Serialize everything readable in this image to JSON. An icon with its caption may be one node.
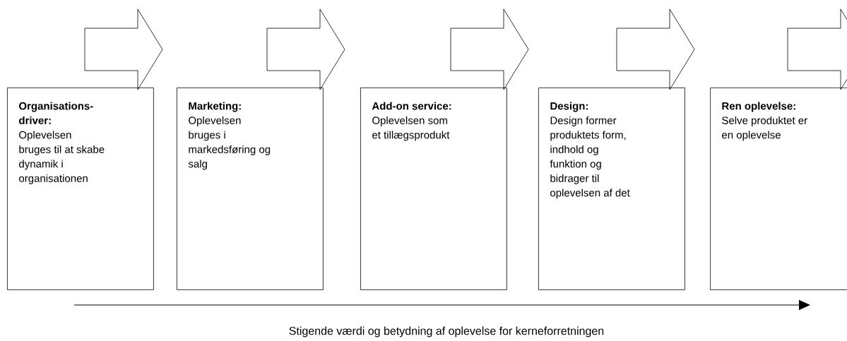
{
  "diagram": {
    "nodes": [
      {
        "text": [
          "Organisations-driver:",
          "Oplevelsen bruges til at skabe dynamik i organisationen"
        ]
      },
      {
        "text": [
          "Marketing:",
          "Oplevelsen bruges i markedsføring og salg"
        ]
      },
      {
        "text": [
          "Add-on service:",
          "Oplevelsen som et tillægsprodukt"
        ]
      },
      {
        "text": [
          "Design:",
          "Design former produktets form, indhold og funktion og bidrager til oplevelsen af det"
        ]
      },
      {
        "text": [
          "Ren oplevelse:",
          "Selve produktet er en oplevelse"
        ]
      }
    ],
    "labels": [
      "Stigende værdi og betydning af oplevelse for kerneforretningen"
    ]
  }
}
